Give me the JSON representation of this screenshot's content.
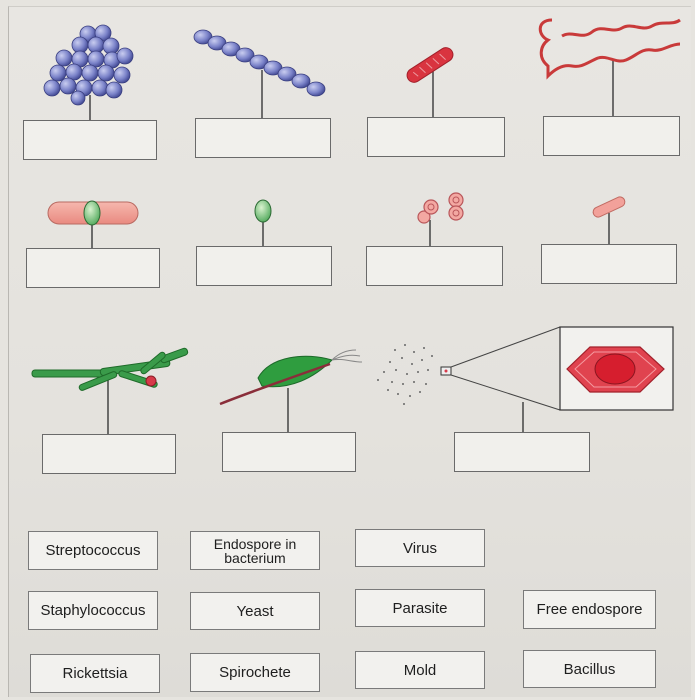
{
  "labels": {
    "streptococcus": "Streptococcus",
    "endospore_in_bacterium": "Endospore in\nbacterium",
    "virus": "Virus",
    "staphylococcus": "Staphylococcus",
    "yeast": "Yeast",
    "parasite": "Parasite",
    "free_endospore": "Free endospore",
    "rickettsia": "Rickettsia",
    "spirochete": "Spirochete",
    "mold": "Mold",
    "bacillus": "Bacillus"
  },
  "icons": [
    "staphylococcus-cluster-image",
    "streptococcus-chain-image",
    "bacillus-rod-image",
    "spirochete-spiral-image",
    "endospore-in-bacterium-image",
    "free-endospore-image",
    "yeast-budding-image",
    "rickettsia-rod-image",
    "mold-hyphae-image",
    "parasite-protozoan-image",
    "virus-particles-image"
  ],
  "colors": {
    "cocci": "#7b83c9",
    "bacteria_red": "#d73a4a",
    "rod_pink": "#f2a19a",
    "spore_green": "#7cc27b",
    "mold_green": "#3a9b4a",
    "virus_red": "#e0434f"
  }
}
